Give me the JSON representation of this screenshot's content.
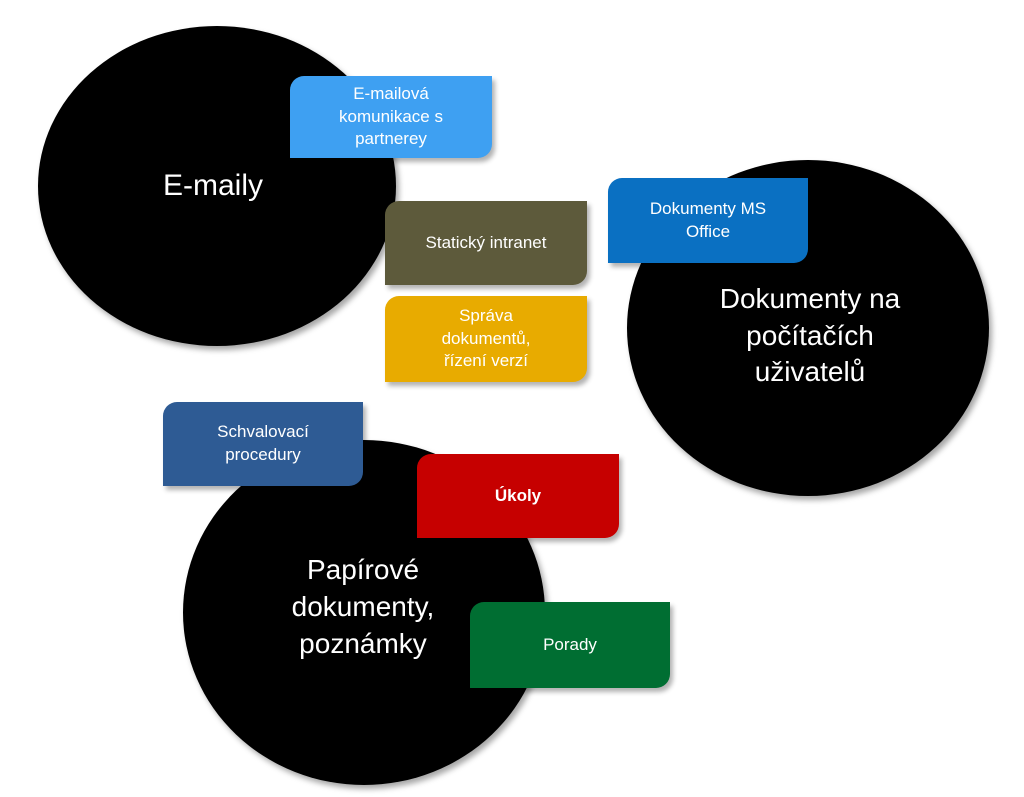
{
  "circles": {
    "emaily": "E-maily",
    "dokumenty": "Dokumenty na\npočítačích\nuživatelů",
    "papirove": "Papírové\ndokumenty,\npoznámky"
  },
  "boxes": {
    "emailova": "E-mailová\nkomunikace s\npartnerey",
    "staticky": "Statický intranet",
    "sprava": "Správa\ndokumentů,\nřízení verzí",
    "msoffice": "Dokumenty MS\nOffice",
    "schvalovaci": "Schvalovací\nprocedury",
    "ukoly": "Úkoly",
    "porady": "Porady"
  },
  "colors": {
    "circle": "#000000",
    "emailova": "#3ea0f2",
    "staticky": "#5d5a3b",
    "sprava": "#e8ab00",
    "msoffice": "#0a70c2",
    "schvalovaci": "#2e5b94",
    "ukoly": "#c60000",
    "porady": "#006e32"
  }
}
